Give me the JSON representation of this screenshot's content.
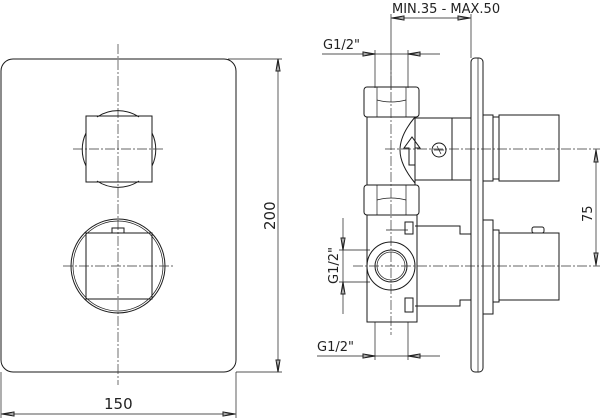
{
  "drawing": {
    "front_view": {
      "width_label": "150",
      "height_label": "200"
    },
    "side_view": {
      "depth_label": "MIN.35  -  MAX.50",
      "thread_top_label": "G1/2\"",
      "thread_side_label": "G1/2\"",
      "thread_bottom_label": "G1/2\"",
      "spacing_label": "75"
    },
    "symbols": [
      "flow-arrow-up-icon",
      "thermostatic-symbol-icon"
    ],
    "line_color": "#1a1a1a",
    "background": "#ffffff"
  }
}
